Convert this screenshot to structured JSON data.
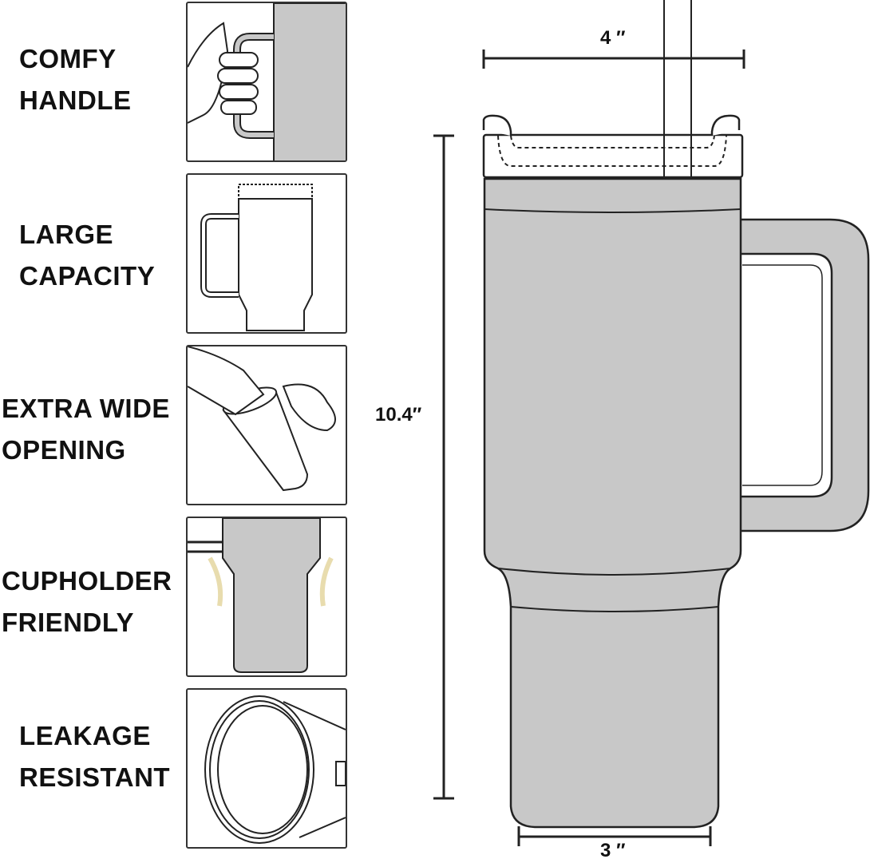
{
  "features": [
    {
      "line1": "COMFY",
      "line2": "HANDLE"
    },
    {
      "line1": "LARGE",
      "line2": "CAPACITY"
    },
    {
      "line1": "EXTRA WIDE",
      "line2": "OPENING"
    },
    {
      "line1": "CUPHOLDER",
      "line2": "FRIENDLY"
    },
    {
      "line1": "LEAKAGE",
      "line2": "RESISTANT"
    }
  ],
  "dimensions": {
    "width_top": "4 ″",
    "height": "10.4″",
    "width_bottom": "3 ″"
  },
  "colors": {
    "body": "#c8c8c8",
    "outline": "#222222"
  }
}
